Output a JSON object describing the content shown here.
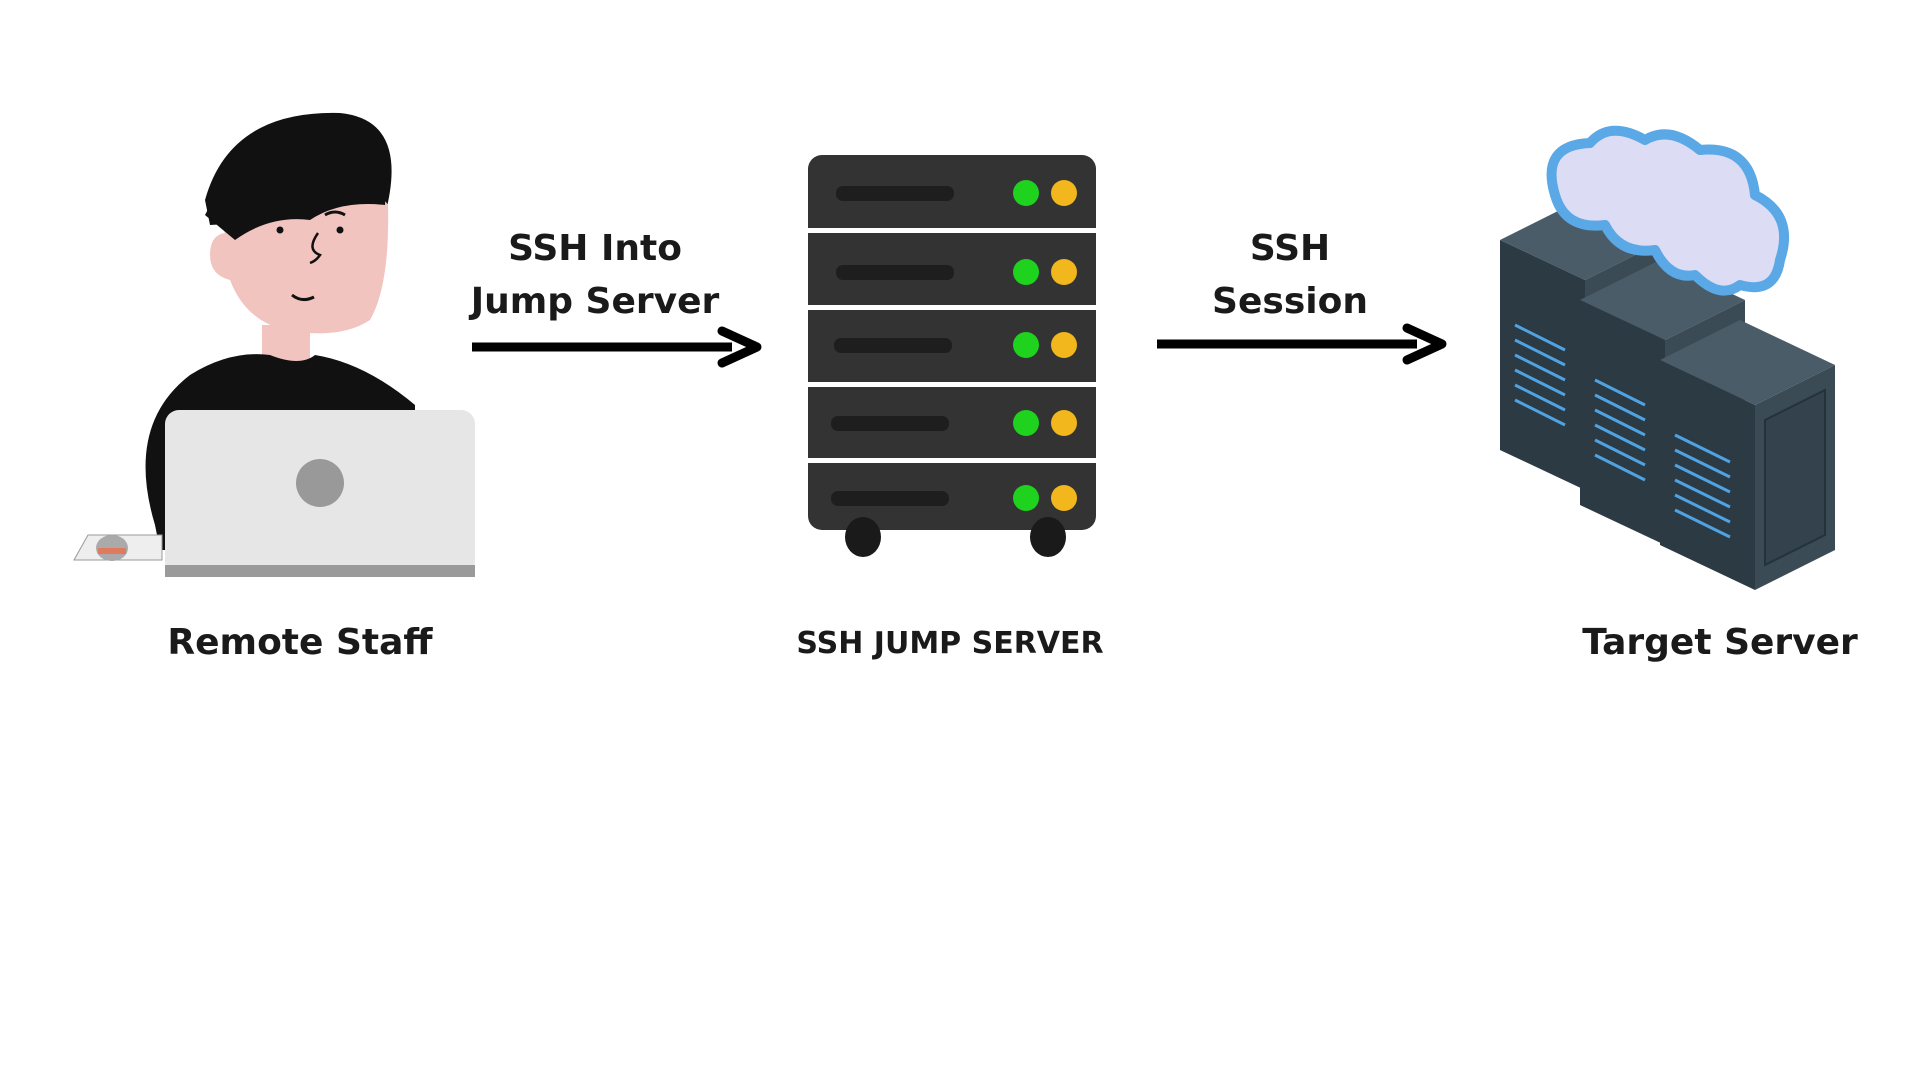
{
  "nodes": {
    "remote_staff": {
      "label": "Remote Staff"
    },
    "jump_server": {
      "label": "SSH JUMP SERVER"
    },
    "target_server": {
      "label": "Target Server"
    }
  },
  "edges": {
    "to_jump": {
      "line1": "SSH Into",
      "line2": "Jump Server"
    },
    "to_target": {
      "line1": "SSH",
      "line2": "Session"
    }
  },
  "colors": {
    "arrow": "#000000",
    "led_green": "#1ed21e",
    "led_yellow": "#f2b71d",
    "rack_body": "#333333",
    "skin": "#f2c4c0",
    "laptop": "#e6e6e6",
    "cloud_fill": "#dcdcf4",
    "cloud_edge": "#5aa8e6",
    "server_body": "#34444f"
  },
  "icons": {
    "remote_staff": "person-with-laptop-icon",
    "jump_server": "server-rack-icon",
    "target_server": "cloud-server-cluster-icon"
  }
}
